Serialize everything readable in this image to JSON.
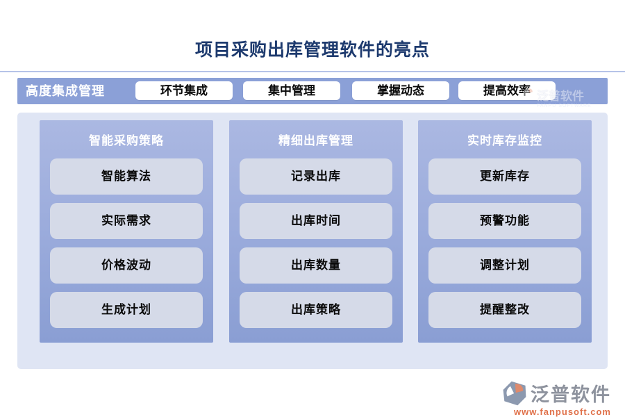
{
  "title": "项目采购出库管理软件的亮点",
  "top_bar": {
    "label": "高度集成管理",
    "buttons": [
      "环节集成",
      "集中管理",
      "掌握动态",
      "提高效率"
    ]
  },
  "columns": [
    {
      "header": "智能采购策略",
      "items": [
        "智能算法",
        "实际需求",
        "价格波动",
        "生成计划"
      ]
    },
    {
      "header": "精细出库管理",
      "items": [
        "记录出库",
        "出库时间",
        "出库数量",
        "出库策略"
      ]
    },
    {
      "header": "实时库存监控",
      "items": [
        "更新库存",
        "预警功能",
        "调整计划",
        "提醒整改"
      ]
    }
  ],
  "watermark": {
    "text": "泛普软件",
    "subtext": "FANPU SOFTWARE"
  },
  "footer": {
    "brand": "泛普软件",
    "url": "www.fanpusoft.com"
  },
  "colors": {
    "title_text": "#1d3a6e",
    "bar_background": "#8ba0d7",
    "panel_background": "#dfe5f4",
    "column_top": "#abb8e2",
    "column_bottom": "#8a9ed3",
    "item_button": "#d5dae8",
    "brand_gray": "#8e939e",
    "brand_orange": "#e0714a"
  }
}
